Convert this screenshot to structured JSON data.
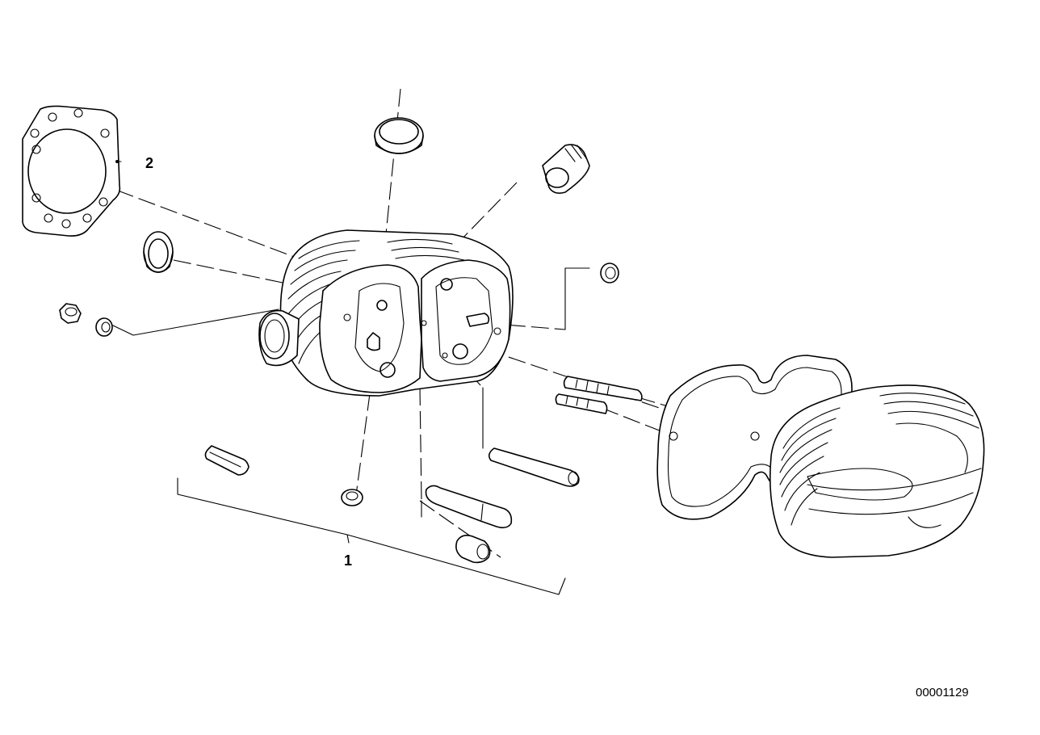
{
  "callouts": {
    "part_1": "1",
    "part_2": "2"
  },
  "diagram_number": "00001129",
  "icons": {
    "head_gasket": "gasket-icon",
    "cylinder_head": "cylinder-head-icon",
    "valve_cover": "valve-cover-icon"
  },
  "colors": {
    "line": "#000000",
    "background": "#ffffff"
  }
}
